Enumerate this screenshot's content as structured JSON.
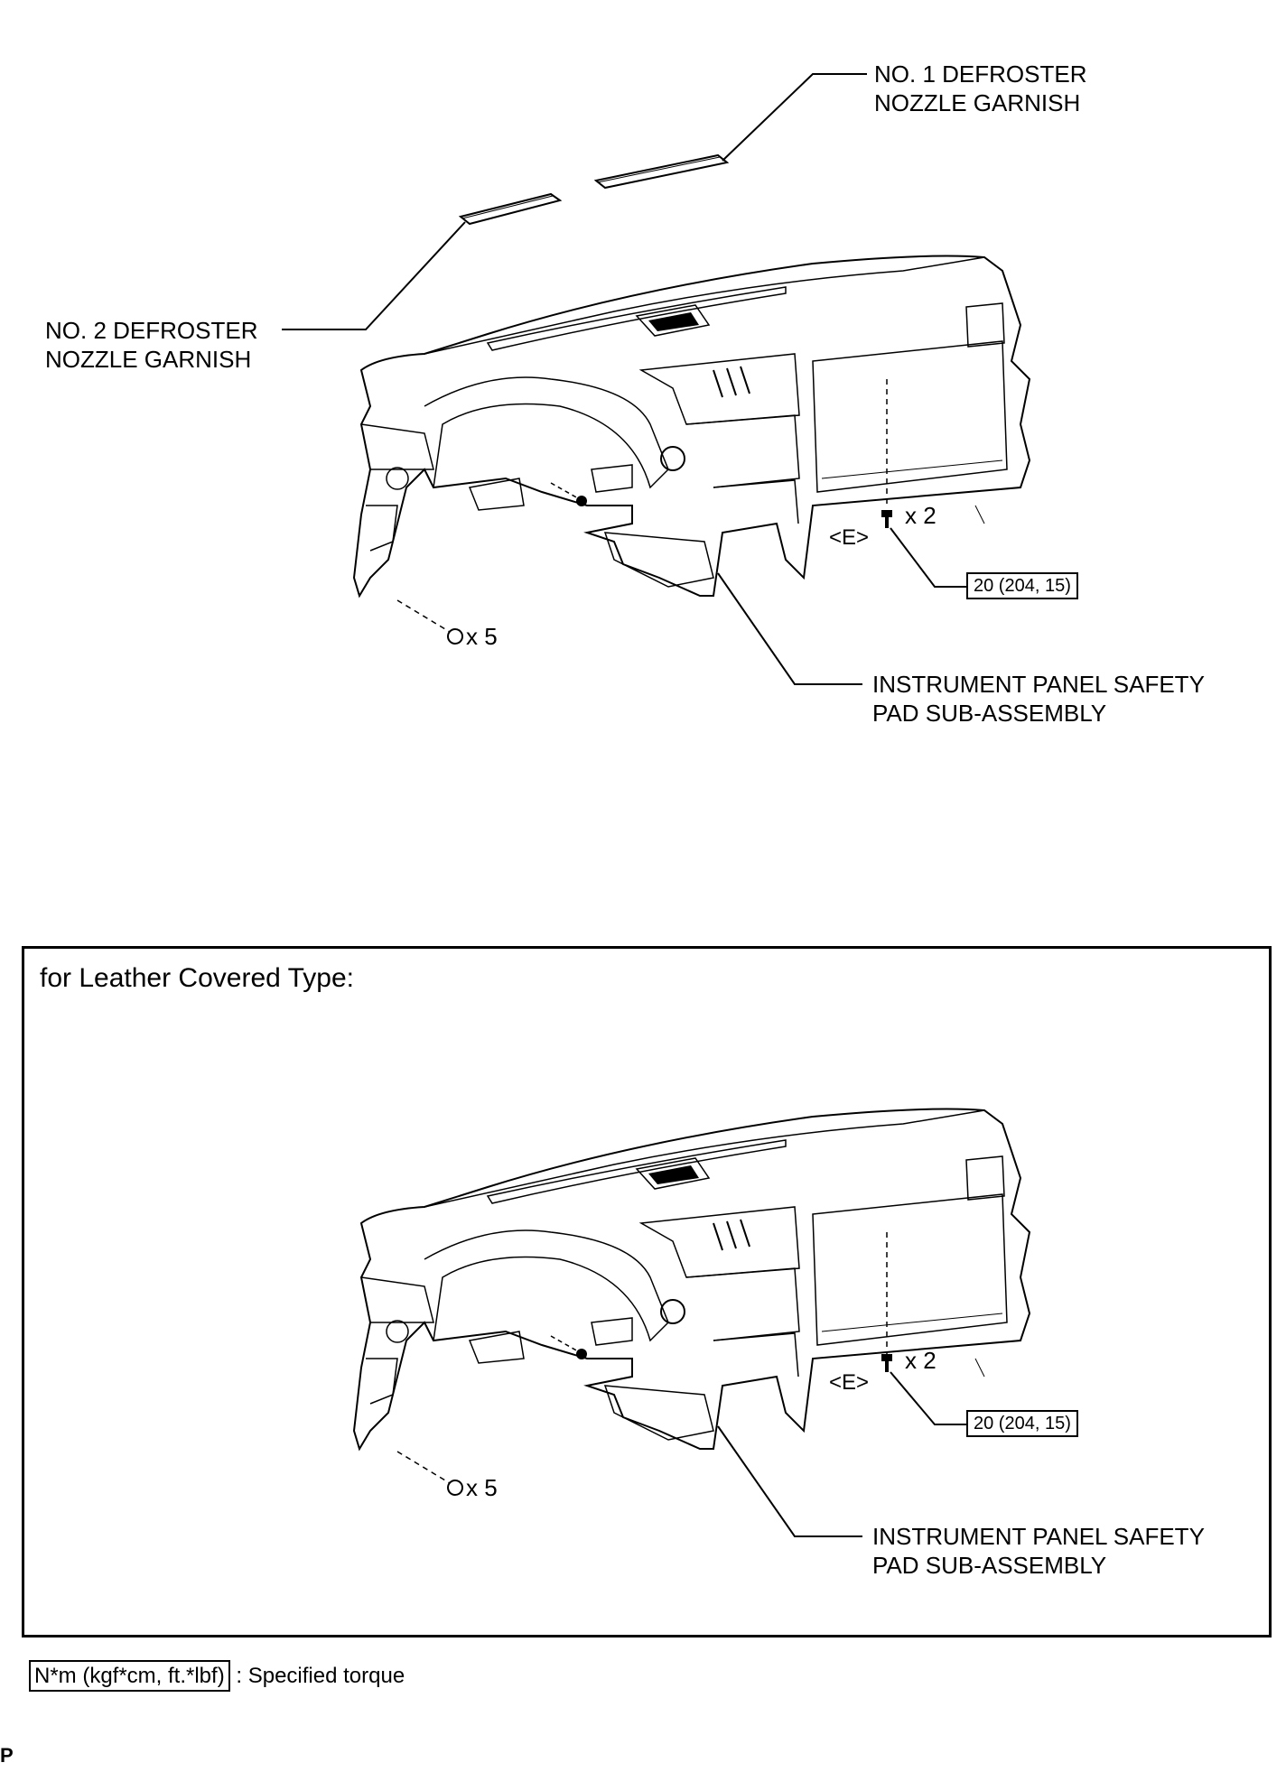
{
  "top": {
    "garnish_no1": [
      "NO. 1 DEFROSTER",
      "NOZZLE GARNISH"
    ],
    "garnish_no2": [
      "NO. 2 DEFROSTER",
      "NOZZLE GARNISH"
    ],
    "safety_pad": [
      "INSTRUMENT PANEL SAFETY",
      "PAD SUB-ASSEMBLY"
    ],
    "bolt_e_qty": "x 2",
    "bolt_left_qty": "x 5",
    "e_label": "<E>",
    "torque": "20 (204, 15)"
  },
  "leather": {
    "title": "for Leather Covered Type:",
    "safety_pad": [
      "INSTRUMENT PANEL SAFETY",
      "PAD SUB-ASSEMBLY"
    ],
    "bolt_e_qty": "x 2",
    "bolt_left_qty": "x 5",
    "e_label": "<E>",
    "torque": "20 (204, 15)"
  },
  "legend": {
    "unit": "N*m (kgf*cm, ft.*lbf)",
    "text": ": Specified torque"
  },
  "corner_mark": "P"
}
